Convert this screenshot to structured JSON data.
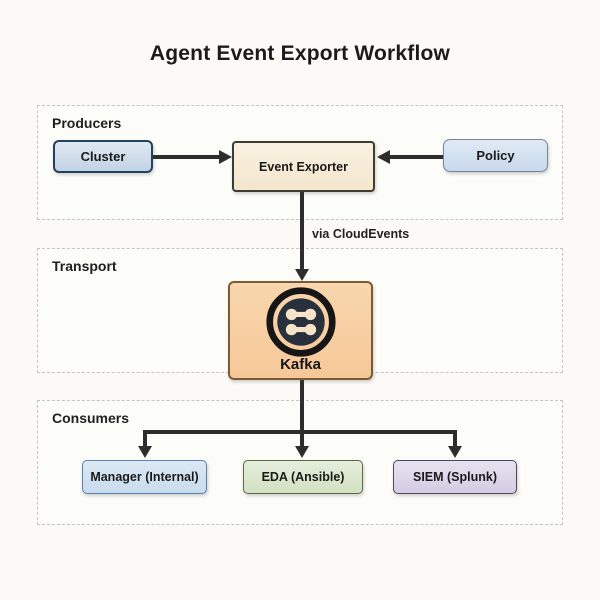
{
  "title": "Agent Event Export Workflow",
  "diagram": {
    "sections": [
      {
        "label": "Producers"
      },
      {
        "label": "Transport"
      },
      {
        "label": "Consumers"
      }
    ],
    "nodes": {
      "cluster": "Cluster",
      "event_exporter": "Event Exporter",
      "policy": "Policy",
      "kafka": "Kafka",
      "manager": "Manager (Internal)",
      "eda": "EDA (Ansible)",
      "siem": "SIEM (Splunk)"
    },
    "edges": {
      "via_cloudevents": "via CloudEvents"
    },
    "colors": {
      "canvas_bg": "#fbfaf6",
      "arrow": "#2d2d2d",
      "section_border": "#c7c4ba",
      "cluster_bg": "#c2d3e5",
      "cluster_border": "#24415f",
      "event_exporter_bg": "#f3e6cd",
      "event_exporter_border": "#3e3c30",
      "policy_bg": "#c8d9ec",
      "policy_border": "#74879e",
      "kafka_bg": "#f6c898",
      "kafka_border": "#7c5a34",
      "manager_bg": "#c8dbee",
      "manager_border": "#5b84ad",
      "eda_bg": "#d2e1c3",
      "eda_border": "#5a6b42",
      "siem_bg": "#d4cce2",
      "siem_border": "#4c4660"
    }
  }
}
